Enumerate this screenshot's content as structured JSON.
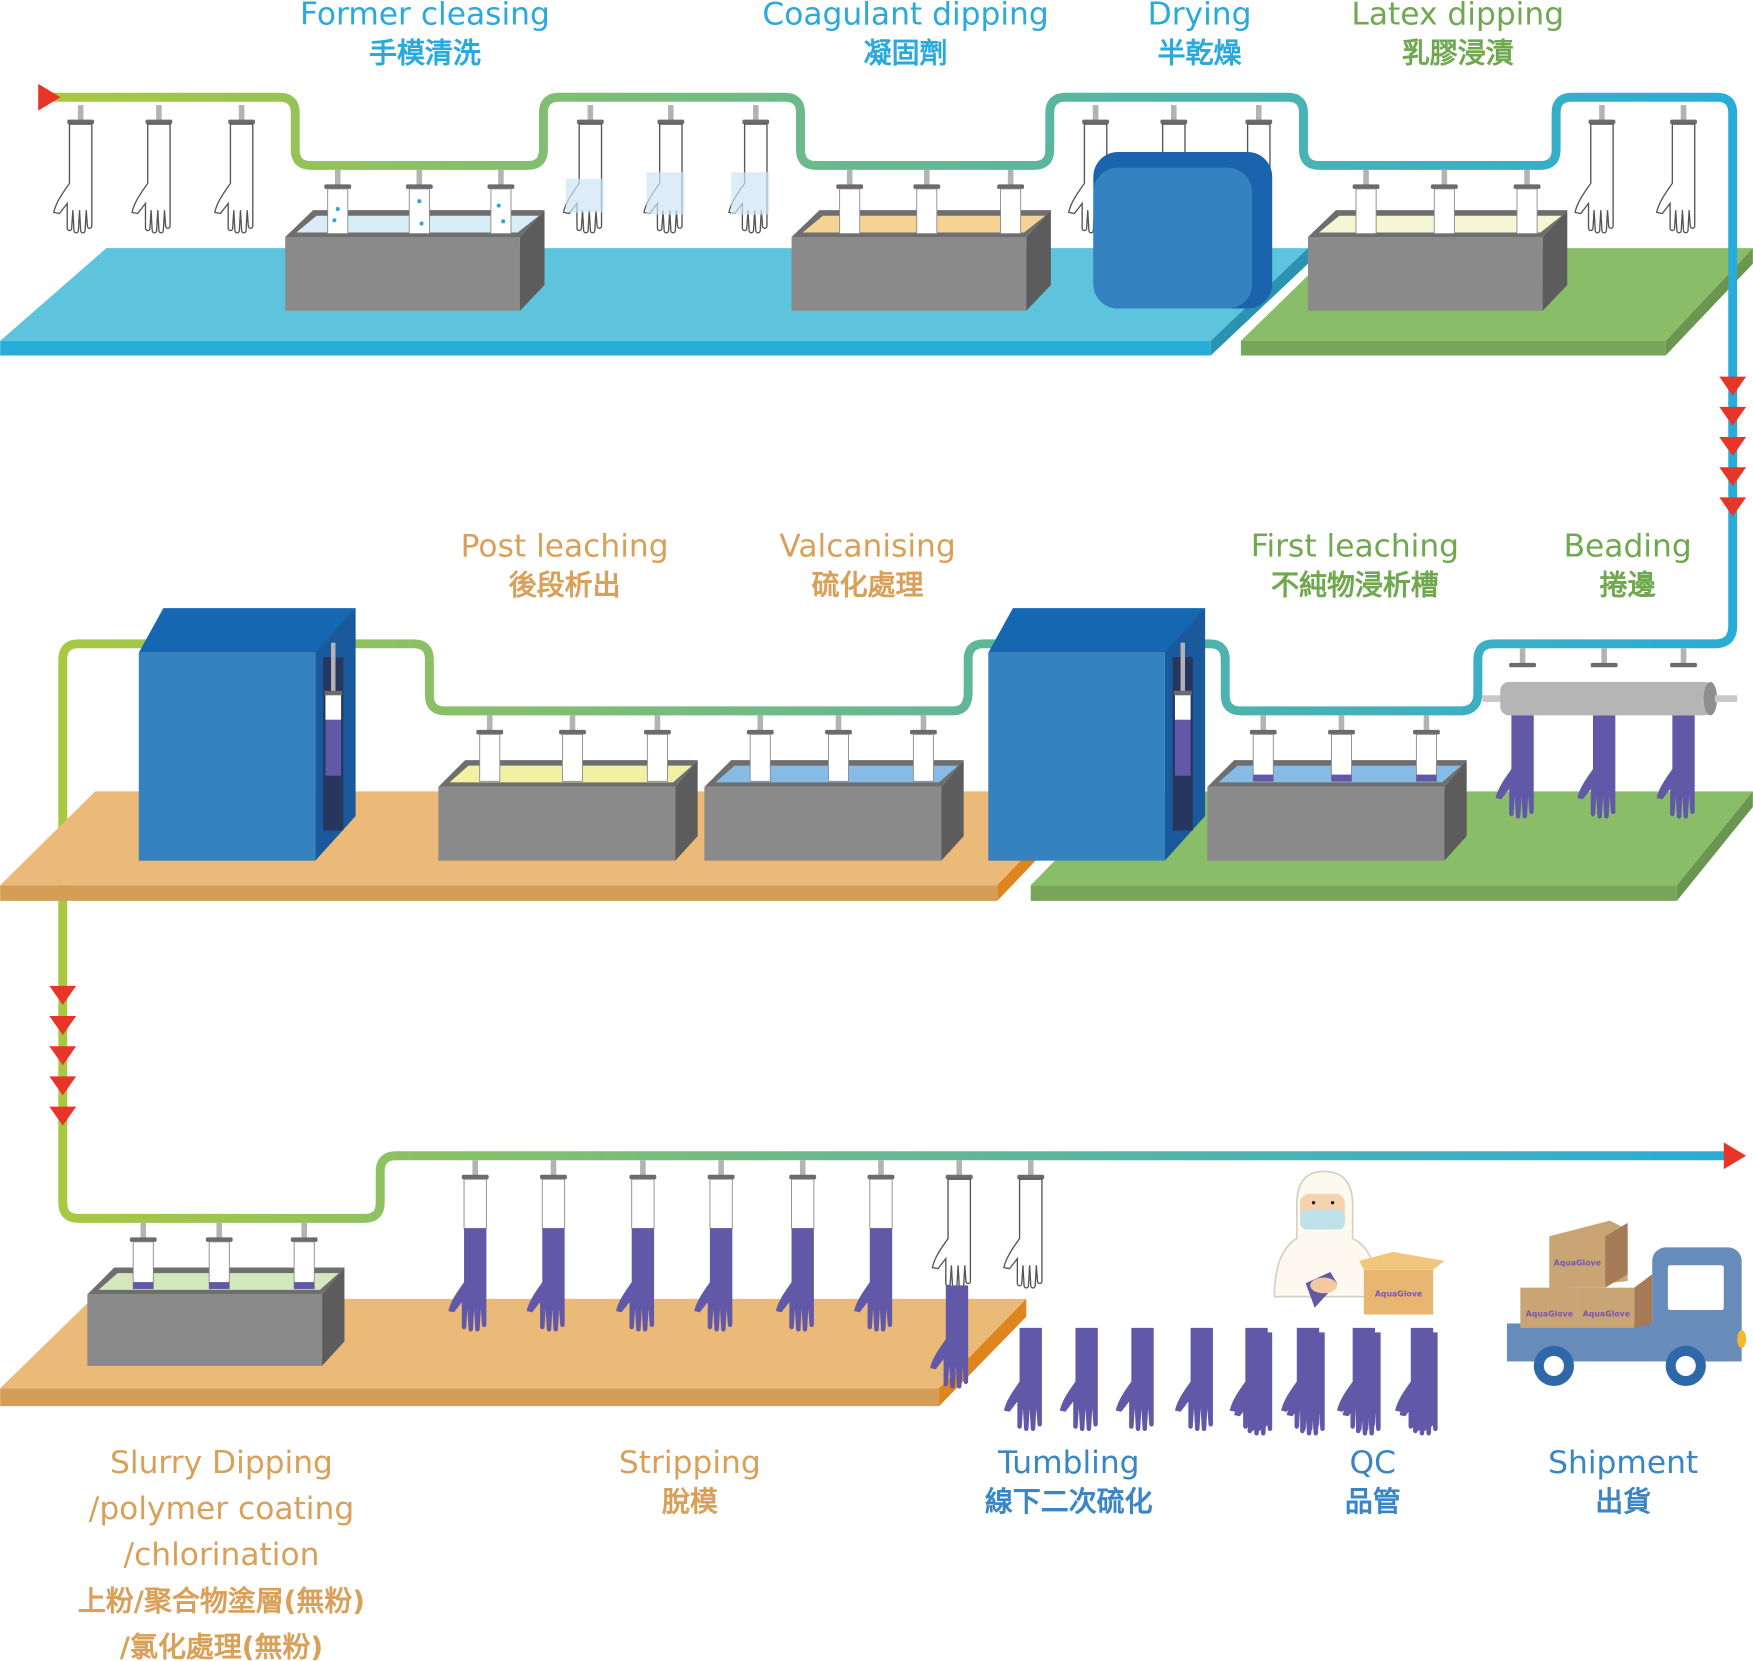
{
  "title": "Glove dipping production line process",
  "colors": {
    "blue_label": "#29a9dc",
    "green_label": "#6fa84e",
    "orange_label": "#d9a05a",
    "dark_blue_label": "#3a86c4",
    "arrow_red": "#e8352a",
    "glove_purple": "#6159a8",
    "tank_gray": "#8a8a8a",
    "cabinet_blue": "#3483c0",
    "floor_blue": "#5ec3dc",
    "floor_green": "#89bd67",
    "floor_orange": "#ebba78"
  },
  "stages": [
    {
      "id": "former-cleaning",
      "en": "Former cleasing",
      "zh": "手模清洗",
      "color": "blue"
    },
    {
      "id": "coagulant-dipping",
      "en": "Coagulant dipping",
      "zh": "凝固劑",
      "color": "blue"
    },
    {
      "id": "drying",
      "en": "Drying",
      "zh": "半乾燥",
      "color": "blue"
    },
    {
      "id": "latex-dipping",
      "en": "Latex dipping",
      "zh": "乳膠浸漬",
      "color": "green"
    },
    {
      "id": "post-leaching",
      "en": "Post leaching",
      "zh": "後段析出",
      "color": "orange"
    },
    {
      "id": "valcanising",
      "en": "Valcanising",
      "zh": "硫化處理",
      "color": "orange"
    },
    {
      "id": "first-leaching",
      "en": "First leaching",
      "zh": "不純物浸析槽",
      "color": "green"
    },
    {
      "id": "beading",
      "en": "Beading",
      "zh": "捲邊",
      "color": "green"
    },
    {
      "id": "slurry-dipping",
      "en_lines": [
        "Slurry Dipping",
        "/polymer coating",
        "/chlorination"
      ],
      "zh_lines": [
        "上粉/聚合物塗層(無粉)",
        "/氯化處理(無粉)"
      ],
      "color": "orange"
    },
    {
      "id": "stripping",
      "en": "Stripping",
      "zh": "脫模",
      "color": "orange"
    },
    {
      "id": "tumbling",
      "en": "Tumbling",
      "zh": "線下二次硫化",
      "color": "dark_blue"
    },
    {
      "id": "qc",
      "en": "QC",
      "zh": "品管",
      "color": "dark_blue"
    },
    {
      "id": "shipment",
      "en": "Shipment",
      "zh": "出貨",
      "color": "dark_blue"
    }
  ],
  "box_brand": "AquaGlove"
}
